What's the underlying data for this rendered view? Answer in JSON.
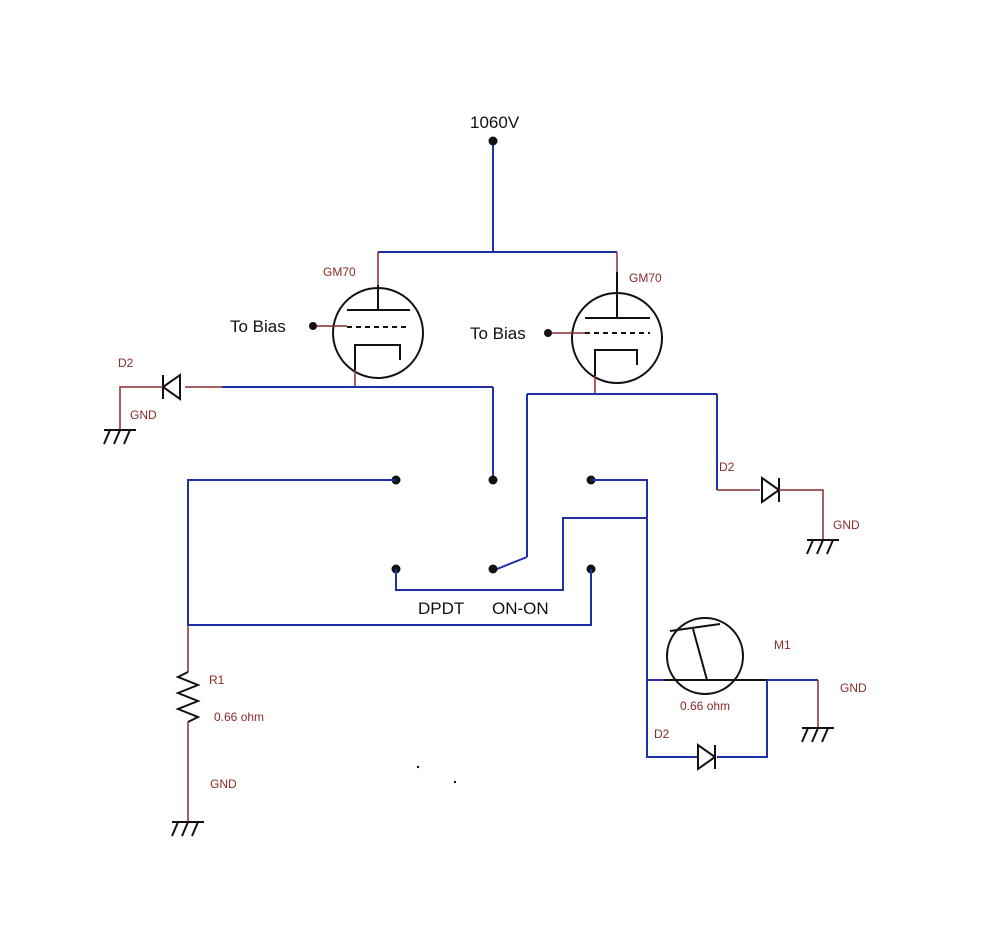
{
  "supply": {
    "label": "1060V"
  },
  "tubes": [
    {
      "label": "GM70",
      "bias_label": "To Bias"
    },
    {
      "label": "GM70",
      "bias_label": "To Bias"
    }
  ],
  "diodes": {
    "top_left": "D2",
    "right": "D2",
    "meter": "D2"
  },
  "grounds": {
    "top_left": "GND",
    "right": "GND",
    "meter": "GND",
    "resistor": "GND"
  },
  "switch": {
    "label_a": "DPDT",
    "label_b": "ON-ON"
  },
  "resistor": {
    "name": "R1",
    "value": "0.66 ohm"
  },
  "meter": {
    "name": "M1",
    "value": "0.66 ohm"
  },
  "colors": {
    "wire": "#1f2fa8",
    "component_lead": "#8a2a2a",
    "ink": "#111111"
  }
}
